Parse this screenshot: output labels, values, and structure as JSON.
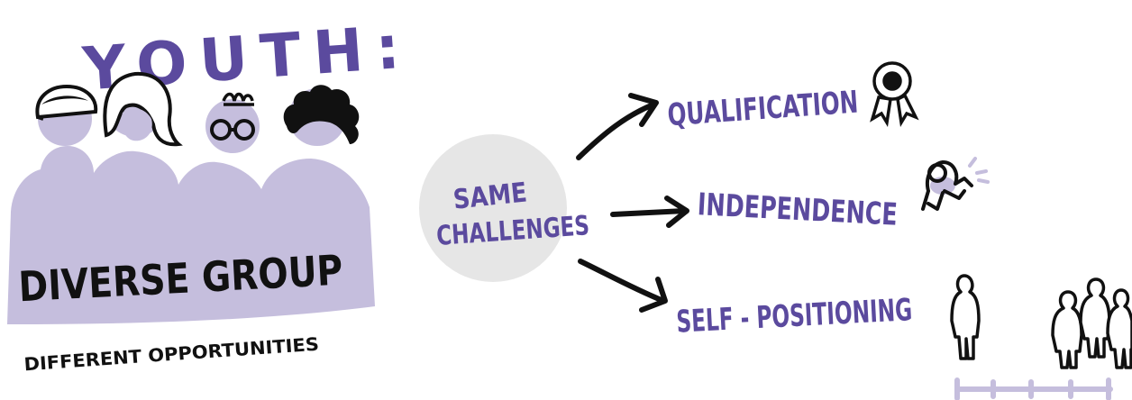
{
  "title": "YOUTH:",
  "group": {
    "label": "DIVERSE GROUP",
    "sublabel": "DIFFERENT OPPORTUNITIES"
  },
  "center": {
    "line1": "SAME",
    "line2": "CHALLENGES"
  },
  "outcomes": [
    {
      "label": "QUALIFICATION",
      "icon": "award-ribbon-icon"
    },
    {
      "label": "INDEPENDENCE",
      "icon": "pushing-figure-icon"
    },
    {
      "label": "SELF - POSITIONING",
      "icon": "people-comparison-icon"
    }
  ],
  "colors": {
    "purple": "#5b4a9e",
    "lavender": "#c5bedd",
    "grey_circle": "#e6e6e6",
    "ink": "#111111"
  }
}
